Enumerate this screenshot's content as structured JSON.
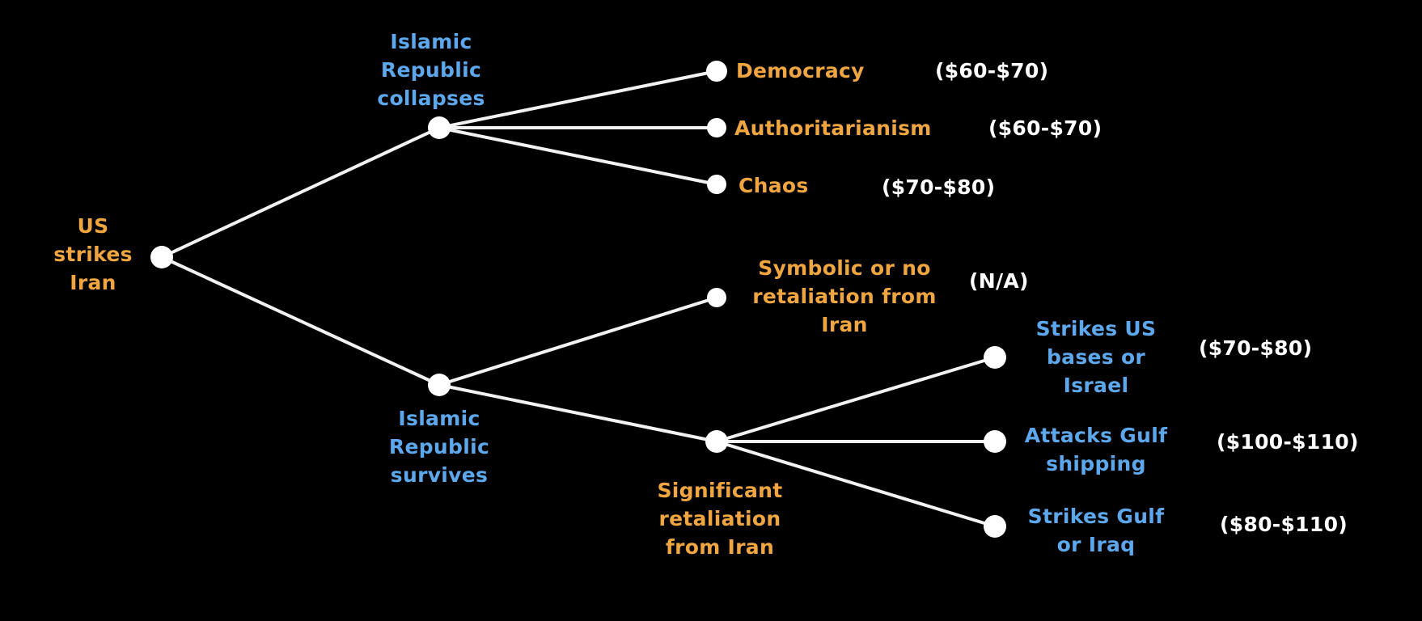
{
  "colors": {
    "background": "#000000",
    "edge": "#f2f2f2",
    "node": "#ffffff",
    "orange_label": "#f0a640",
    "blue_label": "#5da8ec",
    "price_label": "#ffffff"
  },
  "nodes": {
    "root": {
      "label": "US\nstrikes\nIran"
    },
    "collapses": {
      "label": "Islamic\nRepublic\ncollapses"
    },
    "survives": {
      "label": "Islamic\nRepublic\nsurvives"
    },
    "democracy": {
      "label": "Democracy",
      "price": "($60-$70)"
    },
    "authoritarianism": {
      "label": "Authoritarianism",
      "price": "($60-$70)"
    },
    "chaos": {
      "label": "Chaos",
      "price": "($70-$80)"
    },
    "symbolic": {
      "label": "Symbolic or no\nretaliation from\nIran",
      "price": "(N/A)"
    },
    "significant": {
      "label": "Significant\nretaliation\nfrom Iran"
    },
    "strikes_us": {
      "label": "Strikes US\nbases or\nIsrael",
      "price": "($70-$80)"
    },
    "attacks_shipping": {
      "label": "Attacks Gulf\nshipping",
      "price": "($100-$110)"
    },
    "strikes_gulf": {
      "label": "Strikes Gulf\nor Iraq",
      "price": "($80-$110)"
    }
  },
  "edges": [
    [
      "root",
      "collapses"
    ],
    [
      "root",
      "survives"
    ],
    [
      "collapses",
      "democracy"
    ],
    [
      "collapses",
      "authoritarianism"
    ],
    [
      "collapses",
      "chaos"
    ],
    [
      "survives",
      "symbolic"
    ],
    [
      "survives",
      "significant"
    ],
    [
      "significant",
      "strikes_us"
    ],
    [
      "significant",
      "attacks_shipping"
    ],
    [
      "significant",
      "strikes_gulf"
    ]
  ]
}
